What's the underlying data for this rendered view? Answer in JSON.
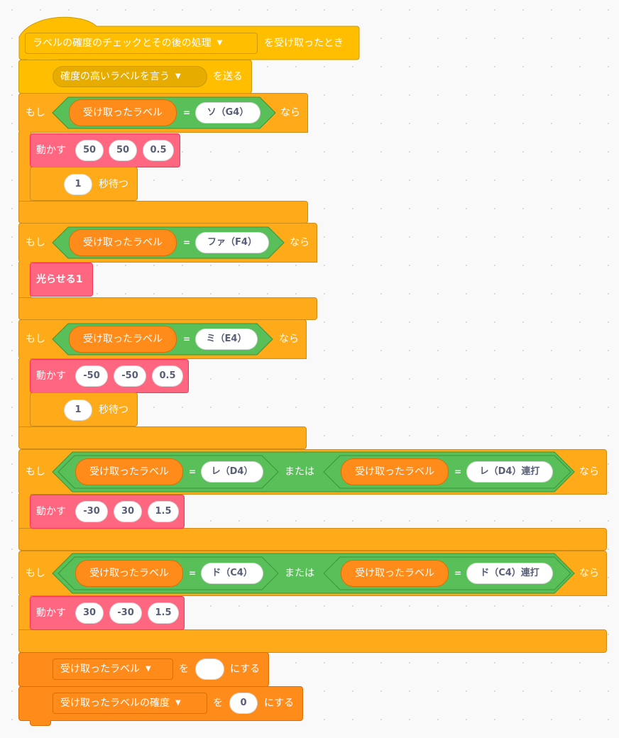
{
  "colors": {
    "events": "#ffbf00",
    "control": "#ffab19",
    "variables": "#ff8c1a",
    "operators": "#59c059",
    "extension": "#ff6680",
    "background": "#f9f9f9"
  },
  "hat": {
    "message_dropdown": "ラベルの確度のチェックとその後の処理",
    "suffix": "を受け取ったとき"
  },
  "broadcast": {
    "message_dropdown": "確度の高いラベルを言う",
    "suffix": "を送る"
  },
  "if_blocks": [
    {
      "if_label": "もし",
      "then_label": "なら",
      "conditions": [
        {
          "variable": "受け取ったラベル",
          "op": "=",
          "value": "ソ（G4）"
        }
      ],
      "body": [
        {
          "type": "move",
          "label": "動かす",
          "args": [
            "50",
            "50",
            "0.5"
          ]
        },
        {
          "type": "wait",
          "arg": "1",
          "label": "秒待つ"
        }
      ]
    },
    {
      "if_label": "もし",
      "then_label": "なら",
      "conditions": [
        {
          "variable": "受け取ったラベル",
          "op": "=",
          "value": "ファ（F4）"
        }
      ],
      "body": [
        {
          "type": "light",
          "label": "光らせる1"
        }
      ]
    },
    {
      "if_label": "もし",
      "then_label": "なら",
      "conditions": [
        {
          "variable": "受け取ったラベル",
          "op": "=",
          "value": "ミ（E4）"
        }
      ],
      "body": [
        {
          "type": "move",
          "label": "動かす",
          "args": [
            "-50",
            "-50",
            "0.5"
          ]
        },
        {
          "type": "wait",
          "arg": "1",
          "label": "秒待つ"
        }
      ]
    },
    {
      "if_label": "もし",
      "then_label": "なら",
      "or_label": "または",
      "conditions": [
        {
          "variable": "受け取ったラベル",
          "op": "=",
          "value": "レ（D4）"
        },
        {
          "variable": "受け取ったラベル",
          "op": "=",
          "value": "レ（D4）連打"
        }
      ],
      "body": [
        {
          "type": "move",
          "label": "動かす",
          "args": [
            "-30",
            "30",
            "1.5"
          ]
        }
      ]
    },
    {
      "if_label": "もし",
      "then_label": "なら",
      "or_label": "または",
      "conditions": [
        {
          "variable": "受け取ったラベル",
          "op": "=",
          "value": "ド（C4）"
        },
        {
          "variable": "受け取ったラベル",
          "op": "=",
          "value": "ド（C4）連打"
        }
      ],
      "body": [
        {
          "type": "move",
          "label": "動かす",
          "args": [
            "30",
            "-30",
            "1.5"
          ]
        }
      ]
    }
  ],
  "set_blocks": [
    {
      "variable": "受け取ったラベル",
      "to_label": "を",
      "value": "",
      "suffix": "にする"
    },
    {
      "variable": "受け取ったラベルの確度",
      "to_label": "を",
      "value": "0",
      "suffix": "にする"
    }
  ],
  "icons": {
    "dropdown_caret": "▼"
  }
}
